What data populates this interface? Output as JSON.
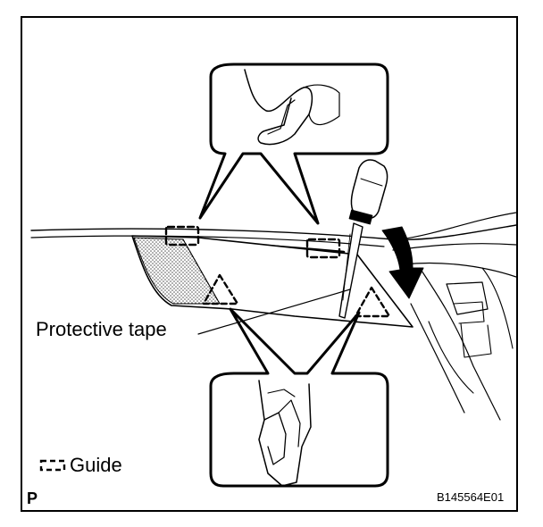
{
  "labels": {
    "protective_tape": "Protective tape",
    "legend_guide": "Guide",
    "corner_letter": "P",
    "figure_id": "B145564E01"
  },
  "legend": {
    "icon": "dashed-rectangle-guide-icon"
  },
  "colors": {
    "ink": "#000000",
    "background": "#ffffff",
    "tape_hatch": "#555555"
  }
}
